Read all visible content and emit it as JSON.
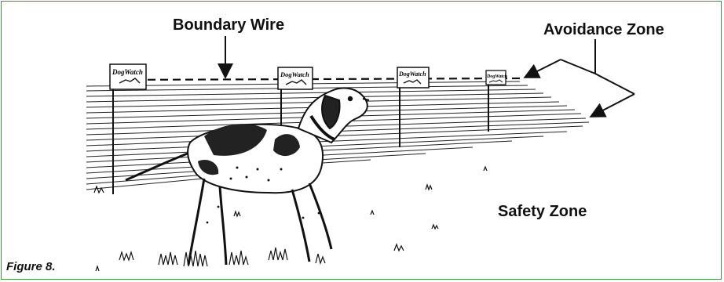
{
  "labels": {
    "boundary_wire": "Boundary Wire",
    "avoidance_zone": "Avoidance Zone",
    "safety_zone": "Safety Zone",
    "figure": "Figure 8."
  },
  "flags": [
    {
      "text": "DogWatch"
    },
    {
      "text": "DogWatch"
    },
    {
      "text": "DogWatch"
    },
    {
      "text": "DogWatch"
    }
  ],
  "colors": {
    "border": "#3f8f4a",
    "ink": "#111111"
  }
}
